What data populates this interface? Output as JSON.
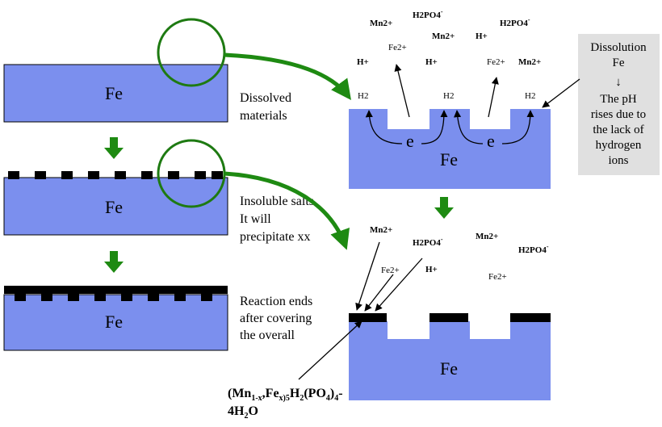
{
  "left_panels": {
    "panel1": {
      "metal": "Fe",
      "caption_line1": "Dissolved",
      "caption_line2": "materials"
    },
    "panel2": {
      "metal": "Fe",
      "caption_line1": "Insoluble salts",
      "caption_line2": "It will",
      "caption_line3": "precipitate xx"
    },
    "panel3": {
      "metal": "Fe",
      "caption_line1": "Reaction ends",
      "caption_line2": "after covering",
      "caption_line3": "the overall"
    }
  },
  "top_right": {
    "metal": "Fe",
    "electron": "e",
    "ions": {
      "mn1": "Mn2+",
      "h2po4_1": "H2PO4",
      "h2po4_1_sup": "-",
      "mn2": "Mn2+",
      "h_1": "H+",
      "h2po4_2": "H2PO4",
      "h2po4_2_sup": "-",
      "fe2_1": "Fe2+",
      "h_2": "H+",
      "h_3": "H+",
      "fe2_2": "Fe2+",
      "mn3": "Mn2+",
      "h2_1": "H2",
      "h2_2": "H2",
      "h2_3": "H2"
    }
  },
  "note_box": {
    "line1": "Dissolution",
    "line2": "Fe",
    "arrow": "↓",
    "line3": "The pH",
    "line4": "rises due to",
    "line5": "the lack of",
    "line6": "hydrogen",
    "line7": "ions"
  },
  "bottom_right": {
    "metal": "Fe",
    "ions": {
      "mn1": "Mn2+",
      "h2po4_1": "H2PO4",
      "h2po4_1_sup": "-",
      "mn2": "Mn2+",
      "h2po4_2": "H2PO4",
      "h2po4_2_sup": "-",
      "fe2_1": "Fe2+",
      "h": "H+",
      "fe2_2": "Fe2+"
    }
  },
  "formula": {
    "p1": "(Mn",
    "s1": "1-x",
    "p2": ",Fe",
    "s2": "x)5",
    "p3": "H",
    "s3": "2",
    "p4": "(PO",
    "s4": "4",
    "p5": ")",
    "s5": "4",
    "p6": "-",
    "line2": "4H",
    "s6": "2",
    "p7": "O"
  },
  "colors": {
    "metal_fill": "#7b8fee",
    "coating": "#000000",
    "process_arrow": "#1e8a12",
    "callout_circle": "#1e7a12",
    "note_box_fill": "#e0e0e0"
  }
}
